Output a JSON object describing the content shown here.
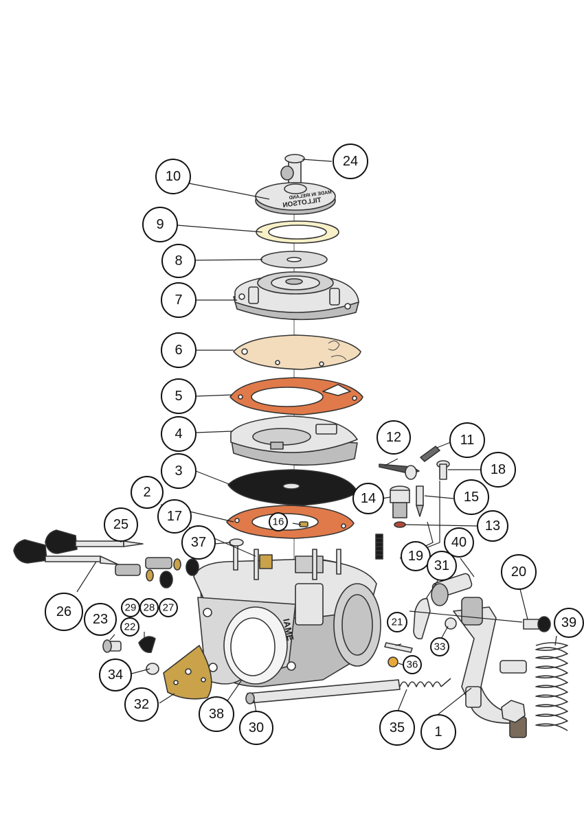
{
  "diagram": {
    "callouts": [
      "1",
      "2",
      "3",
      "4",
      "5",
      "6",
      "7",
      "8",
      "9",
      "10",
      "11",
      "12",
      "13",
      "14",
      "15",
      "16",
      "17",
      "18",
      "19",
      "20",
      "21",
      "22",
      "23",
      "24",
      "25",
      "26",
      "27",
      "28",
      "29",
      "30",
      "31",
      "32",
      "33",
      "34",
      "35",
      "36",
      "37",
      "38",
      "39",
      "40"
    ],
    "part_markings": {
      "cover_logo": "TILLOTSON",
      "cover_made_in": "MADE IN IRELAND",
      "body_stamp": "IAME"
    }
  }
}
